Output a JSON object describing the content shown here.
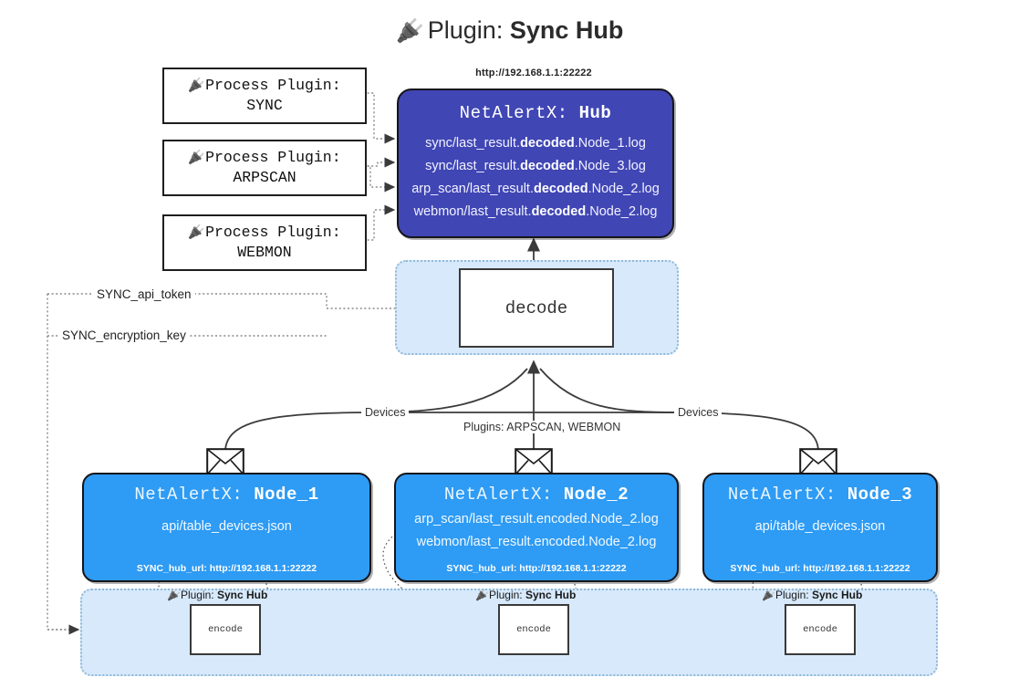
{
  "title": {
    "icon": "plug-icon",
    "prefix": "Plugin:",
    "name": "Sync Hub"
  },
  "process_plugins": [
    {
      "icon": "plug-icon",
      "line1": "Process Plugin:",
      "line2": "SYNC"
    },
    {
      "icon": "plug-icon",
      "line1": "Process Plugin:",
      "line2": "ARPSCAN"
    },
    {
      "icon": "plug-icon",
      "line1": "Process Plugin:",
      "line2": "WEBMON"
    }
  ],
  "hub": {
    "url": "http://192.168.1.1:22222",
    "title_prefix": "NetAlertX:",
    "title_name": "Hub",
    "color": "#4046b4",
    "logs": [
      {
        "pre": "sync/last_result.",
        "mid": "decoded",
        "post": ".Node_1.log"
      },
      {
        "pre": "sync/last_result.",
        "mid": "decoded",
        "post": ".Node_3.log"
      },
      {
        "pre": "arp_scan/last_result.",
        "mid": "decoded",
        "post": ".Node_2.log"
      },
      {
        "pre": "webmon/last_result.",
        "mid": "decoded",
        "post": ".Node_2.log"
      }
    ]
  },
  "decode": {
    "label": "decode",
    "band_color": "#d7e9fb"
  },
  "env": {
    "api_token": "SYNC_api_token",
    "encryption_key": "SYNC_encryption_key"
  },
  "edges": {
    "devices_left": "Devices",
    "devices_right": "Devices",
    "plugins_center": "Plugins: ARPSCAN, WEBMON"
  },
  "nodes": [
    {
      "icon": "envelope-icon",
      "title_prefix": "NetAlertX:",
      "title_name": "Node_1",
      "color": "#2e9bf4",
      "lines": [
        "api/table_devices.json"
      ],
      "foot": "SYNC_hub_url: http://192.168.1.1:22222"
    },
    {
      "icon": "envelope-icon",
      "title_prefix": "NetAlertX:",
      "title_name": "Node_2",
      "color": "#2e9bf4",
      "lines": [
        "arp_scan/last_result.encoded.Node_2.log",
        "webmon/last_result.encoded.Node_2.log"
      ],
      "foot": "SYNC_hub_url: http://192.168.1.1:22222"
    },
    {
      "icon": "envelope-icon",
      "title_prefix": "NetAlertX:",
      "title_name": "Node_3",
      "color": "#2e9bf4",
      "lines": [
        "api/table_devices.json"
      ],
      "foot": "SYNC_hub_url: http://192.168.1.1:22222"
    }
  ],
  "encoders": [
    {
      "icon": "plug-icon",
      "prefix": "Plugin:",
      "name": "Sync Hub",
      "box_label": "encode"
    },
    {
      "icon": "plug-icon",
      "prefix": "Plugin:",
      "name": "Sync Hub",
      "box_label": "encode"
    },
    {
      "icon": "plug-icon",
      "prefix": "Plugin:",
      "name": "Sync Hub",
      "box_label": "encode"
    }
  ]
}
